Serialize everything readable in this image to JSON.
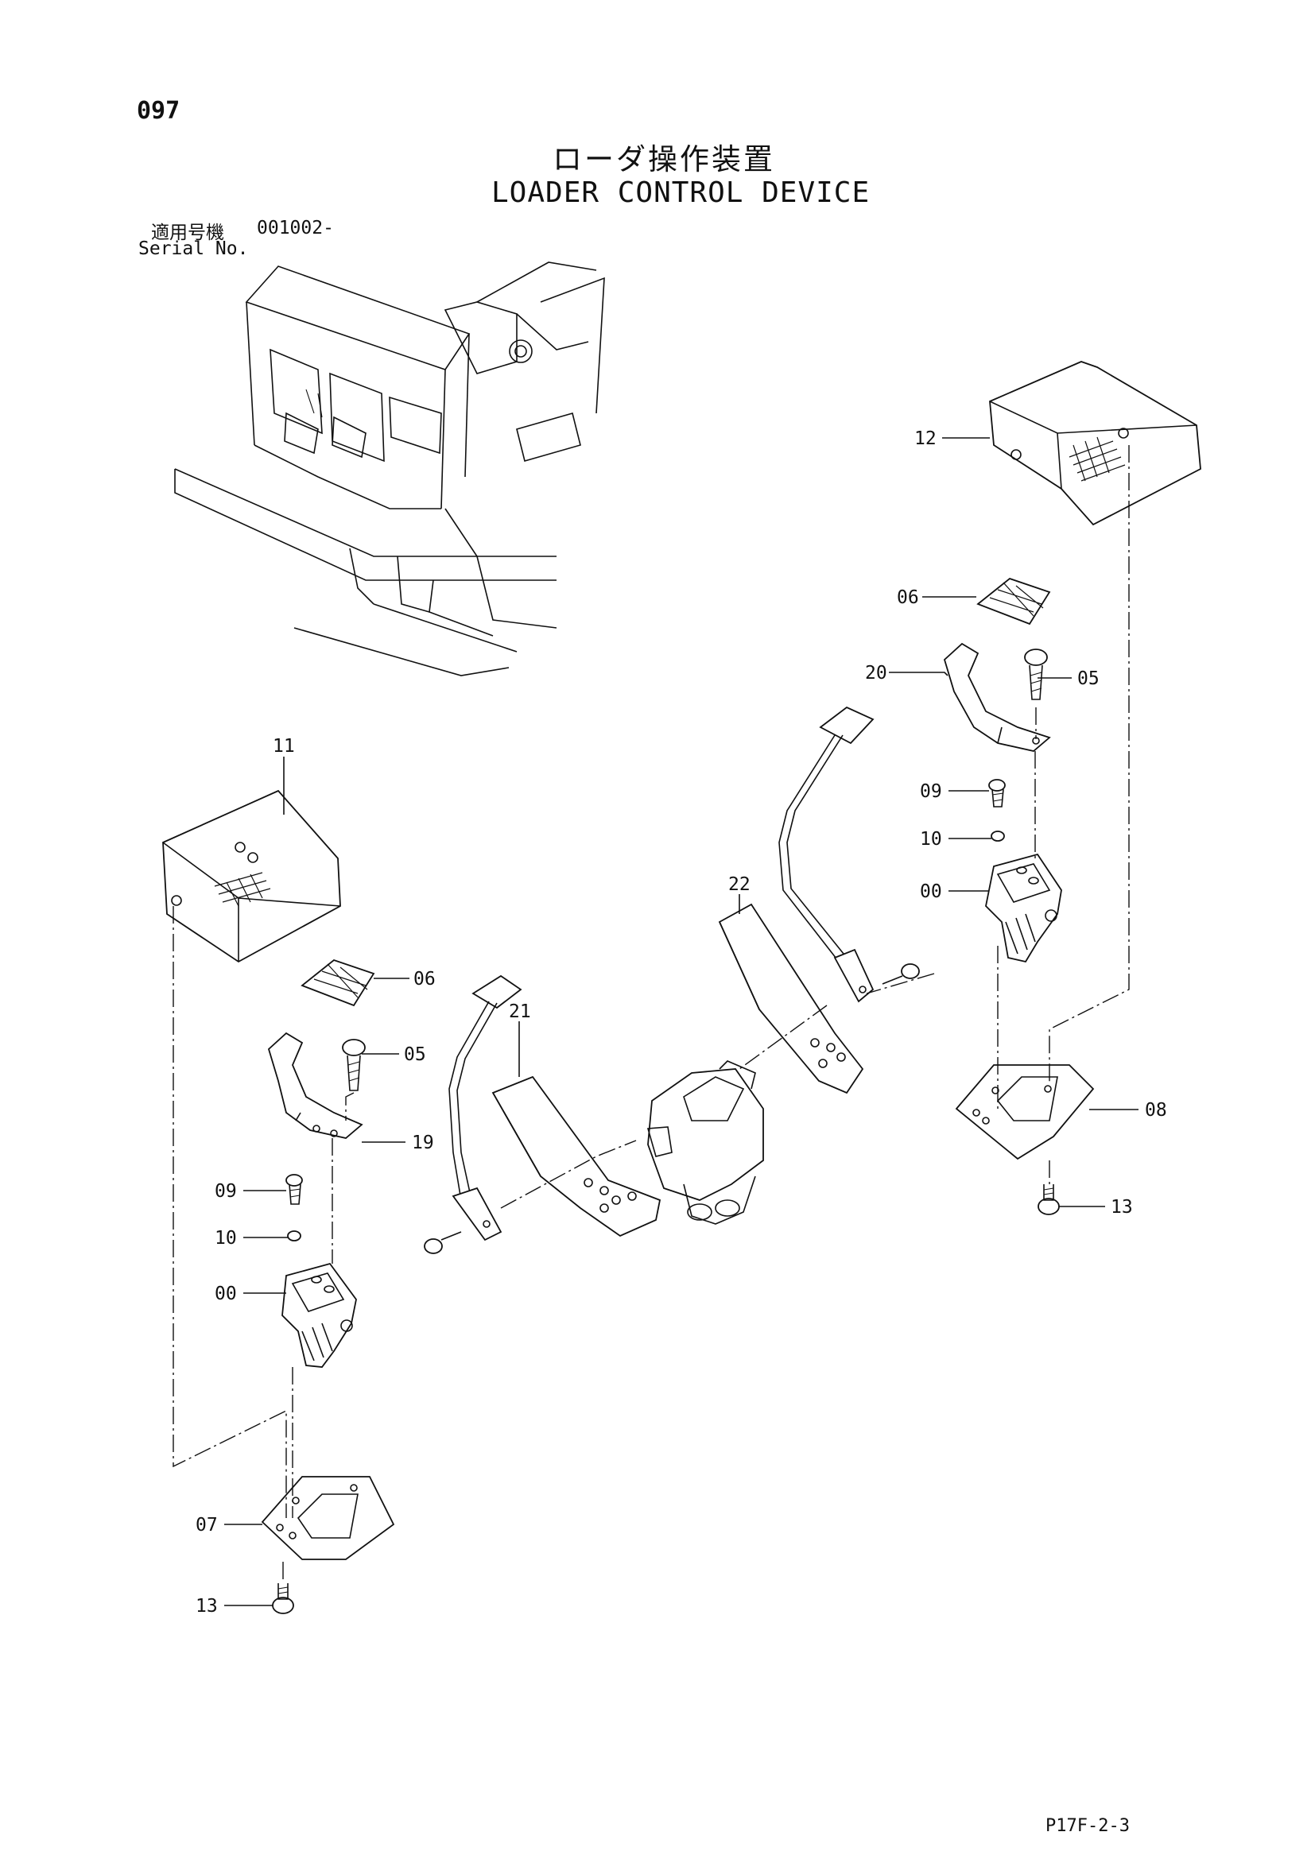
{
  "page": {
    "number": "097",
    "title_ja": "ローダ操作装置",
    "title_en": "LOADER CONTROL DEVICE",
    "serial_label_ja": "適用号機",
    "serial_value": "001002-",
    "serial_label_en": "Serial No.",
    "footer_code": "P17F-2-3"
  },
  "callouts": [
    {
      "id": "c-12",
      "text": "12"
    },
    {
      "id": "c-06r",
      "text": "06"
    },
    {
      "id": "c-20",
      "text": "20"
    },
    {
      "id": "c-05r",
      "text": "05"
    },
    {
      "id": "c-09r",
      "text": "09"
    },
    {
      "id": "c-10r",
      "text": "10"
    },
    {
      "id": "c-00r",
      "text": "00"
    },
    {
      "id": "c-08",
      "text": "08"
    },
    {
      "id": "c-13r",
      "text": "13"
    },
    {
      "id": "c-11",
      "text": "11"
    },
    {
      "id": "c-06l",
      "text": "06"
    },
    {
      "id": "c-05l",
      "text": "05"
    },
    {
      "id": "c-19",
      "text": "19"
    },
    {
      "id": "c-21",
      "text": "21"
    },
    {
      "id": "c-22",
      "text": "22"
    },
    {
      "id": "c-09l",
      "text": "09"
    },
    {
      "id": "c-10l",
      "text": "10"
    },
    {
      "id": "c-00l",
      "text": "00"
    },
    {
      "id": "c-07",
      "text": "07"
    },
    {
      "id": "c-13l",
      "text": "13"
    }
  ]
}
